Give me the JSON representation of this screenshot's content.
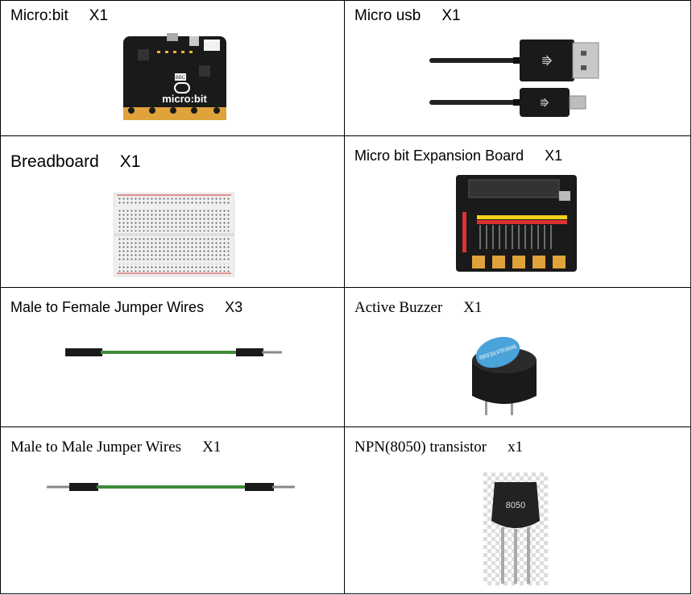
{
  "items": [
    {
      "name": "Micro:bit",
      "qty": "X1",
      "icon": "microbit-board-icon"
    },
    {
      "name": "Micro usb",
      "qty": "X1",
      "icon": "usb-cable-icon"
    },
    {
      "name": "Breadboard",
      "qty": "X1",
      "icon": "breadboard-icon"
    },
    {
      "name": "Micro bit Expansion Board",
      "qty": "X1",
      "icon": "expansion-board-icon"
    },
    {
      "name": "Male to Female Jumper Wires",
      "qty": "X3",
      "icon": "jumper-wire-icon"
    },
    {
      "name": "Active Buzzer",
      "qty": "X1",
      "icon": "buzzer-icon"
    },
    {
      "name": "Male to Male Jumper Wires",
      "qty": "X1",
      "icon": "jumper-wire-icon"
    },
    {
      "name": "NPN(8050) transistor",
      "qty": "x1",
      "icon": "transistor-icon"
    }
  ],
  "decor": {
    "microbit_logo": "micro:bit",
    "microbit_small": "BBC",
    "transistor_mark": "8050",
    "buzzer_sticker": "REMOVE SEAL AFTER WASHING"
  },
  "colors": {
    "border": "#000000",
    "wire": "#3f8a3a",
    "board": "#1a1a1a",
    "gold": "#e0a23a"
  }
}
